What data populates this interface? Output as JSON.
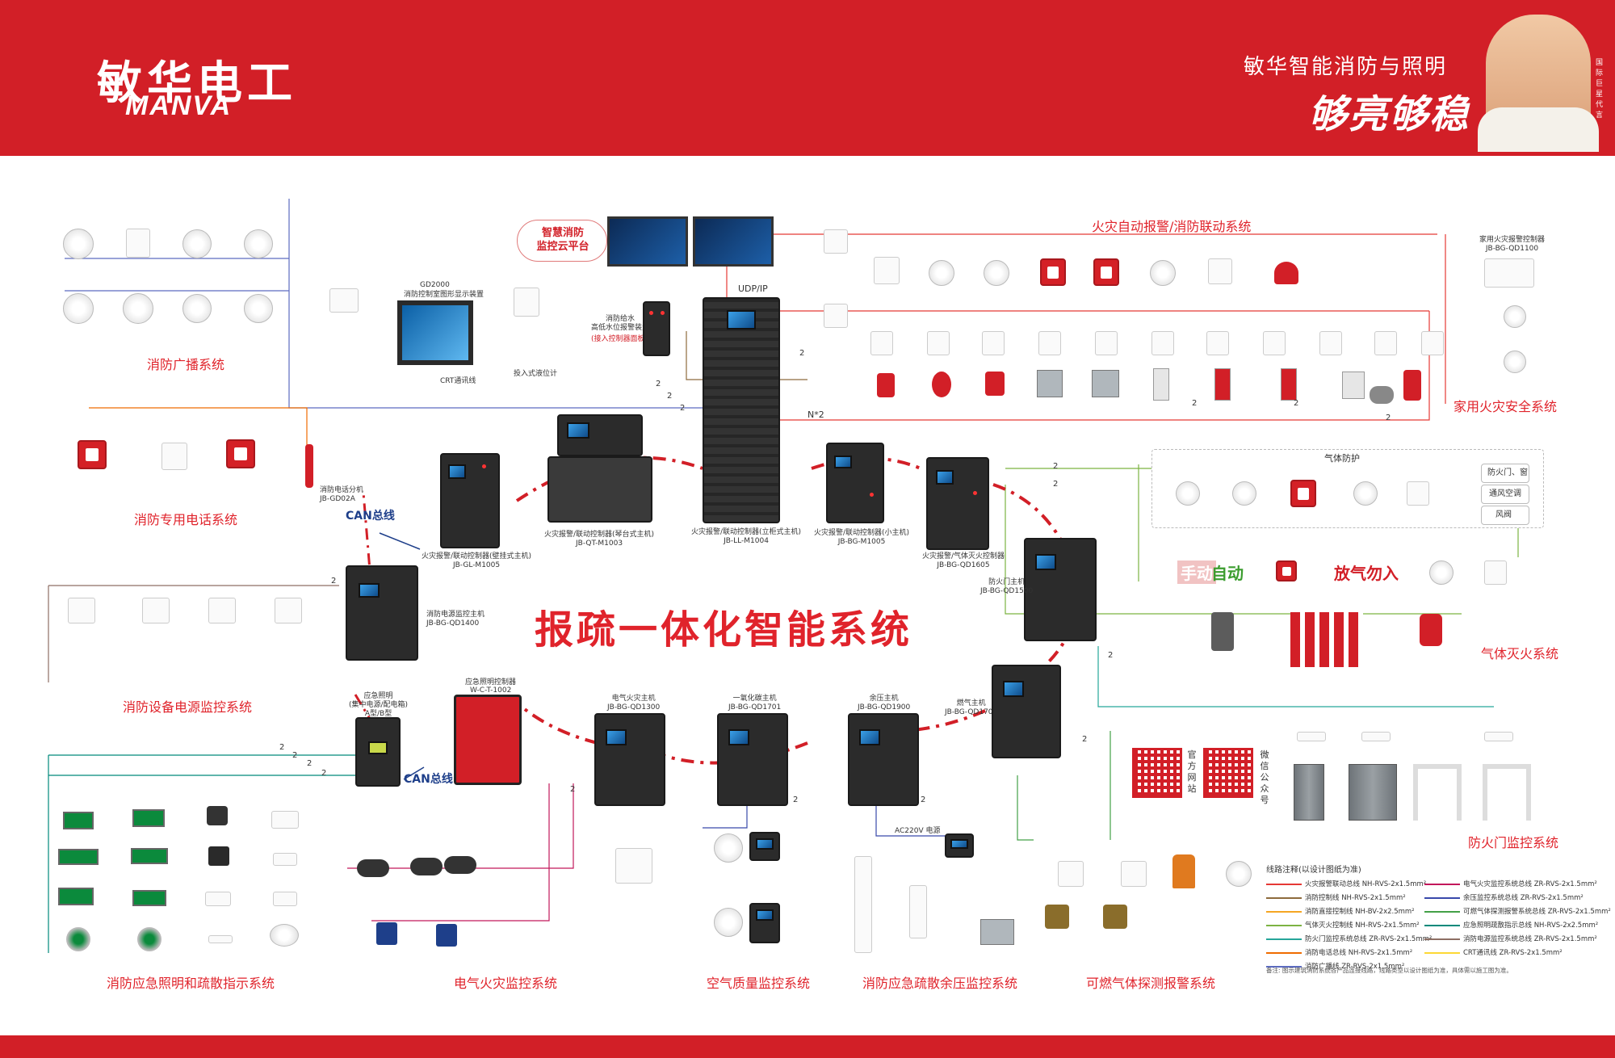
{
  "header": {
    "brand_cn": "敏华电工",
    "brand_en": "MANVA",
    "slogan": "敏华智能消防与照明",
    "signature": "够亮够稳",
    "portrait_note": "国际巨星代言"
  },
  "colors": {
    "brand_red": "#d21f27",
    "cabinet": "#2b2b2b",
    "exit_green": "#0b8a3c"
  },
  "main_title": "报疏一体化智能系统",
  "cloud_platform": "智慧消防\n监控云平台",
  "udp_label": "UDP/IP",
  "can_bus": "CAN总线",
  "can_bus_2": "CAN总线",
  "n2_label": "N*2",
  "bus_mark": "2",
  "systems": {
    "broadcast": "消防广播系统",
    "phone": "消防专用电话系统",
    "power_monitor": "消防设备电源监控系统",
    "emergency_light": "消防应急照明和疏散指示系统",
    "electric_fire": "电气火灾监控系统",
    "air_quality": "空气质量监控系统",
    "pressure": "消防应急疏散余压监控系统",
    "gas_detect": "可燃气体探测报警系统",
    "fire_alarm": "火灾自动报警/消防联动系统",
    "home_fire": "家用火灾安全系统",
    "gas_protect": "气体防护",
    "gas_extinguish": "气体灭火系统",
    "fire_door": "防火门监控系统"
  },
  "controllers": {
    "gd2000_title": "GD2000",
    "gd2000_desc": "消防控制室图形显示装置",
    "crt": "CRT通讯线",
    "water_level": "消防给水\n高低水位报警装置",
    "water_level_note": "(接入控制器面板)",
    "liquid_level": "投入式液位计",
    "phone_ext": "消防电话分机\nJB-GD02A",
    "wall_panel": "火灾报警/联动控制器(壁挂式主机)\nJB-GL-M1005",
    "desk_panel": "火灾报警/联动控制器(琴台式主机)\nJB-QT-M1003",
    "cabinet_panel": "火灾报警/联动控制器(立柜式主机)\nJB-LL-M1004",
    "small_panel": "火灾报警/联动控制器(小主机)\nJB-BG-M1005",
    "gas_panel": "火灾报警/气体灭火控制器\nJB-BG-QD1605",
    "door_host": "防火门主机\nJB-BG-QD1500",
    "power_host": "消防电源监控主机\nJB-BG-QD1400",
    "emg_light": "应急照明\n(集中电源/配电箱)\nA型/B型",
    "emg_ctrl_title": "应急照明控制器",
    "emg_ctrl_model": "W-C-T-1002",
    "elec_host": "电气火灾主机\nJB-BG-QD1300",
    "co_host": "一氧化碳主机\nJB-BG-QD1701",
    "pressure_host": "余压主机\nJB-BG-QD1900",
    "gas_host": "燃气主机\nJB-BG-QD1700",
    "home_ctrl": "家用火灾报警控制器\nJB-BG-QD1100"
  },
  "gas_zone": {
    "manual": "手动",
    "auto": "自动",
    "release": "放气勿入",
    "door_window": "防火门、窗",
    "ac": "通风空调",
    "valve": "风阀"
  },
  "qr": {
    "site": "官方网站",
    "wechat": "微信公众号"
  },
  "pressure_note": "AC220V 电源",
  "legend": {
    "title": "线路注释(以设计图纸为准)",
    "items": [
      {
        "text": "火灾报警联动总线 NH-RVS-2x1.5mm²",
        "color": "#e53935"
      },
      {
        "text": "消防控制线 NH-RVS-2x1.5mm²",
        "color": "#8e6b3d"
      },
      {
        "text": "消防直接控制线 NH-BV-2x2.5mm²",
        "color": "#f5a623"
      },
      {
        "text": "气体灭火控制线 NH-RVS-2x1.5mm²",
        "color": "#7cb342"
      },
      {
        "text": "防火门监控系统总线 ZR-RVS-2x1.5mm²",
        "color": "#26a69a"
      },
      {
        "text": "消防电话总线 NH-RVS-2x1.5mm²",
        "color": "#ef6c00"
      },
      {
        "text": "消防广播线 ZR-RVS-2x1.5mm²",
        "color": "#5c6bc0"
      },
      {
        "text": "电气火灾监控系统总线 ZR-RVS-2x1.5mm²",
        "color": "#c2185b"
      },
      {
        "text": "余压监控系统总线 ZR-RVS-2x1.5mm²",
        "color": "#3949ab"
      },
      {
        "text": "可燃气体探测报警系统总线 ZR-RVS-2x1.5mm²",
        "color": "#43a047"
      },
      {
        "text": "应急照明疏散指示总线 NH-RVS-2x2.5mm²",
        "color": "#00897b"
      },
      {
        "text": "消防电源监控系统总线 ZR-RVS-2x1.5mm²",
        "color": "#8d6e63"
      },
      {
        "text": "CRT通讯线 ZR-RVS-2x1.5mm²",
        "color": "#fdd835"
      }
    ],
    "note": "备注: 图示建筑消防系统各产品连接线路，线路类型以设计图纸为准，具体需以施工图为准。"
  }
}
